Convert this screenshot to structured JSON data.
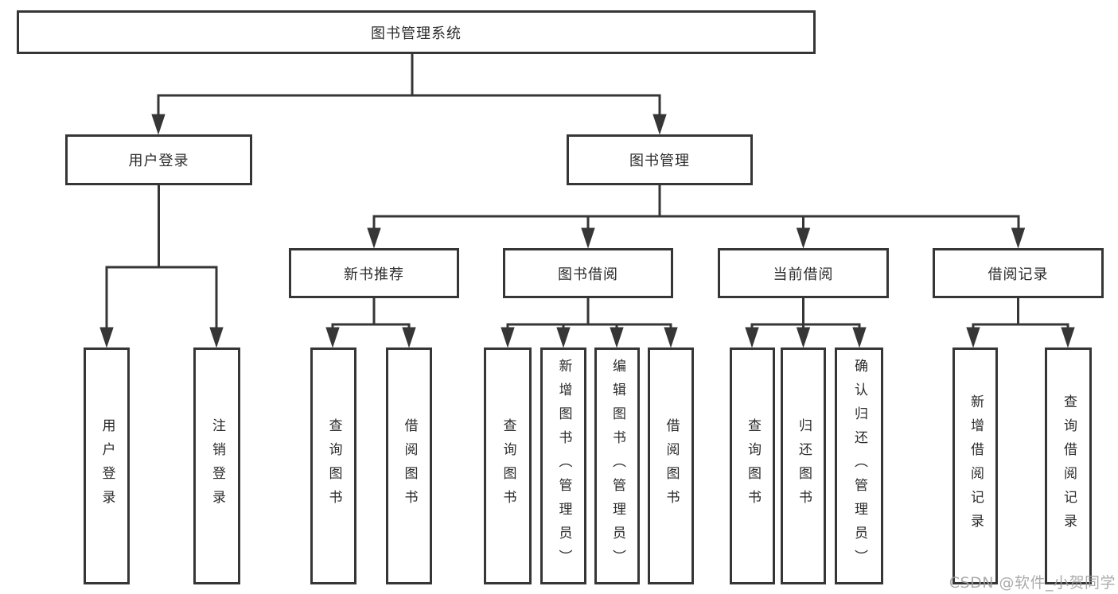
{
  "colors": {
    "line": "#363636",
    "text": "#2b2b2b",
    "watermark": "#a0a0a0",
    "background": "#ffffff"
  },
  "watermark": {
    "text": "CSDN @软件_小贺同学"
  },
  "tree": {
    "label": "图书管理系统",
    "children": [
      {
        "label": "用户登录",
        "children": [
          {
            "label": "用户登录"
          },
          {
            "label": "注销登录"
          }
        ]
      },
      {
        "label": "图书管理",
        "children": [
          {
            "label": "新书推荐",
            "children": [
              {
                "label": "查询图书"
              },
              {
                "label": "借阅图书"
              }
            ]
          },
          {
            "label": "图书借阅",
            "children": [
              {
                "label": "查询图书"
              },
              {
                "label": "新增图书（管理员）"
              },
              {
                "label": "编辑图书（管理员）"
              },
              {
                "label": "借阅图书"
              }
            ]
          },
          {
            "label": "当前借阅",
            "children": [
              {
                "label": "查询图书"
              },
              {
                "label": "归还图书"
              },
              {
                "label": "确认归还（管理员）"
              }
            ]
          },
          {
            "label": "借阅记录",
            "children": [
              {
                "label": "新增借阅记录"
              },
              {
                "label": "查询借阅记录"
              }
            ]
          }
        ]
      }
    ]
  }
}
